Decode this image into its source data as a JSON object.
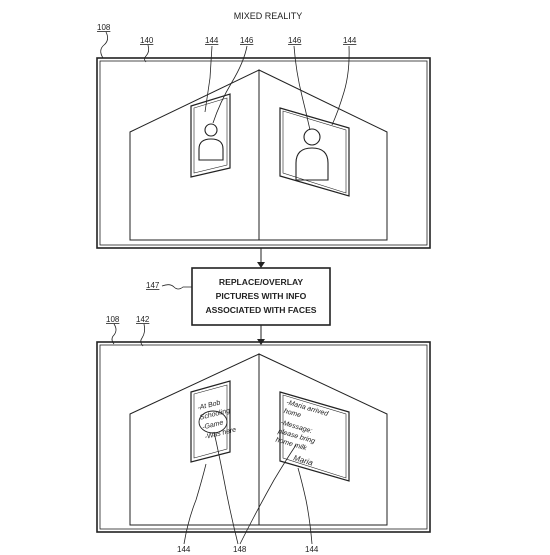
{
  "diagram": {
    "title": "MIXED REALITY",
    "top_panel": {
      "ref_display": "108",
      "ref_view": "140",
      "ref_pictures": [
        "144",
        "144"
      ],
      "ref_faces": [
        "146",
        "146"
      ]
    },
    "process_box": {
      "ref": "147",
      "lines": [
        "REPLACE/OVERLAY",
        "PICTURES WITH INFO",
        "ASSOCIATED WITH FACES"
      ]
    },
    "bottom_panel": {
      "ref_display": "108",
      "ref_view": "142",
      "ref_pictures": [
        "144",
        "144"
      ],
      "ref_info": "148",
      "left_info_lines": [
        "-At Bob",
        "Schooling",
        "-Game",
        "-Was here"
      ],
      "right_info_lines": [
        "-Maria arrived",
        "home",
        "-Message:",
        "please bring",
        "home milk"
      ],
      "right_info_signature": "Maria"
    }
  }
}
